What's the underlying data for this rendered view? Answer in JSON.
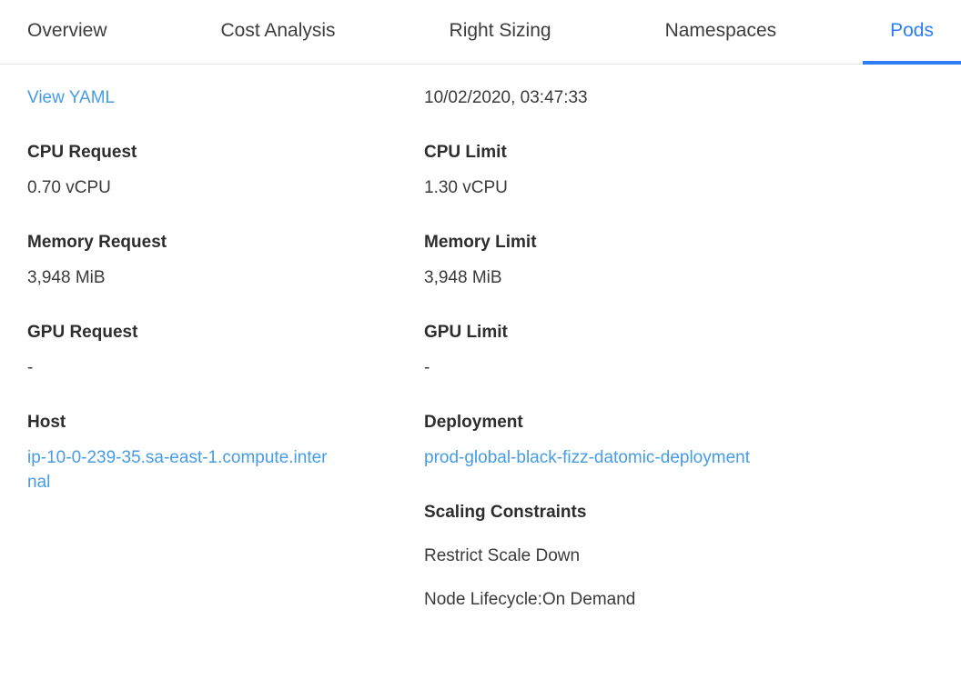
{
  "tabs": [
    {
      "label": "Overview",
      "active": false
    },
    {
      "label": "Cost Analysis",
      "active": false
    },
    {
      "label": "Right Sizing",
      "active": false
    },
    {
      "label": "Namespaces",
      "active": false
    },
    {
      "label": "Pods",
      "active": true
    }
  ],
  "details": {
    "view_yaml_label": "View YAML",
    "timestamp": "10/02/2020, 03:47:33",
    "fields_left": [
      {
        "label": "CPU Request",
        "value": "0.70 vCPU"
      },
      {
        "label": "Memory Request",
        "value": "3,948 MiB"
      },
      {
        "label": "GPU Request",
        "value": "-"
      },
      {
        "label": "Host",
        "value": "ip-10-0-239-35.sa-east-1.compute.internal",
        "is_link": true
      }
    ],
    "fields_right": [
      {
        "label": "CPU Limit",
        "value": "1.30 vCPU"
      },
      {
        "label": "Memory Limit",
        "value": "3,948 MiB"
      },
      {
        "label": "GPU Limit",
        "value": "-"
      },
      {
        "label": "Deployment",
        "value": "prod-global-black-fizz-datomic-deployment",
        "is_link": true
      }
    ],
    "scaling": {
      "title": "Scaling Constraints",
      "items": [
        "Restrict Scale Down",
        "Node Lifecycle:On Demand"
      ]
    }
  },
  "colors": {
    "accent": "#2d7ff9",
    "link": "#459ce7",
    "text": "#3a3a3a",
    "heading_text": "#2d2d2d",
    "border": "#e4e4e4",
    "background": "#ffffff"
  }
}
